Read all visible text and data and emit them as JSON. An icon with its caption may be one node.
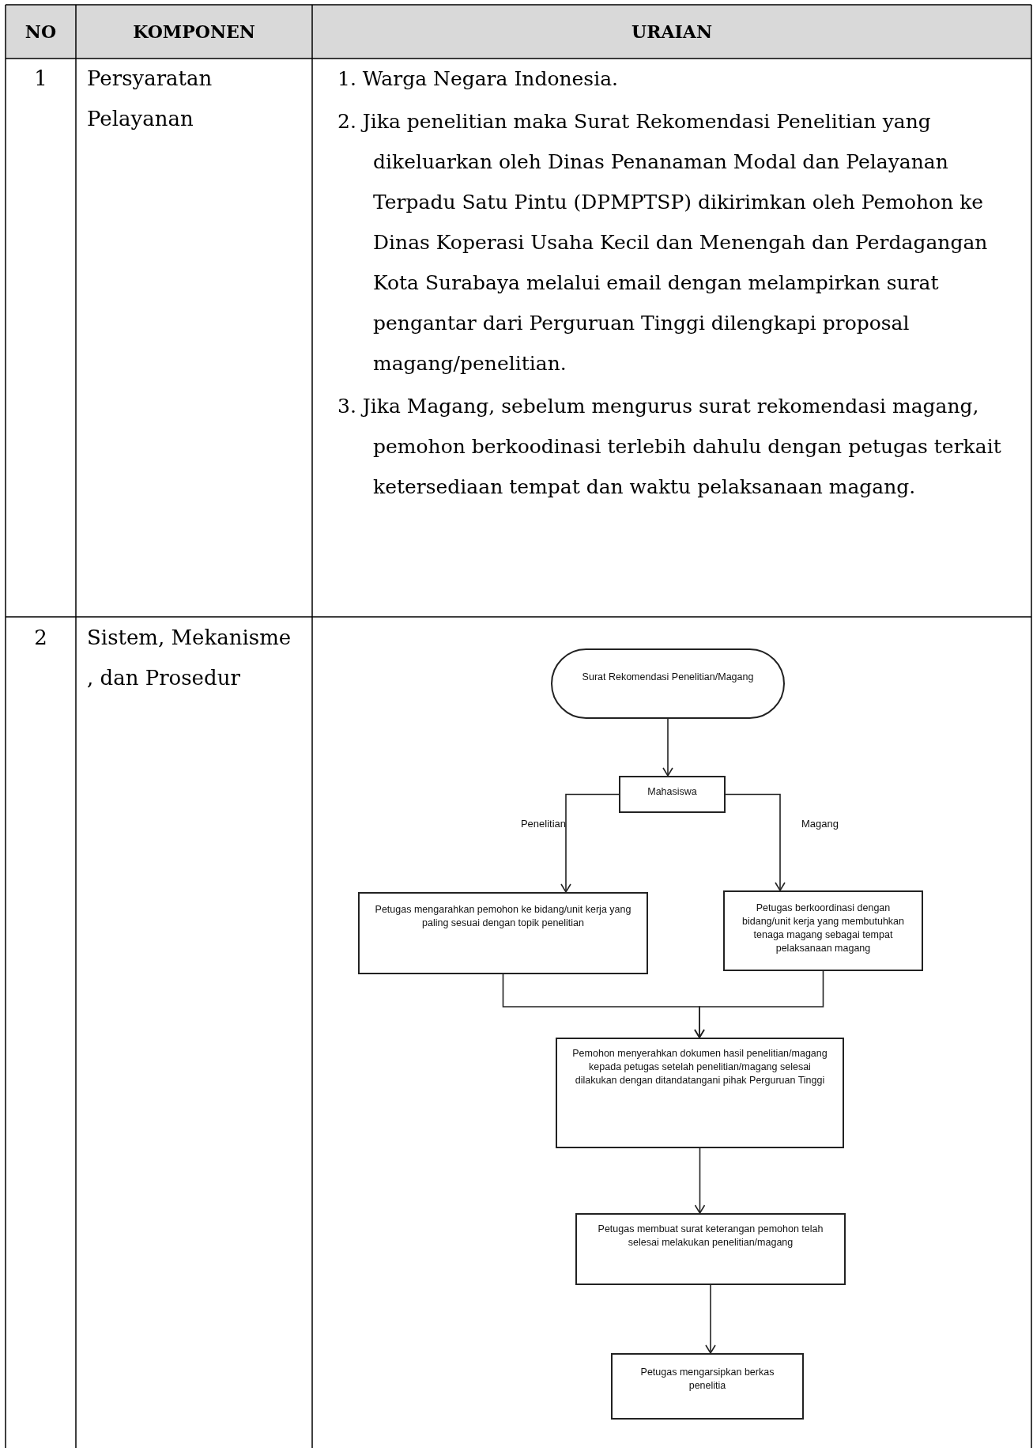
{
  "diagram": {
    "nodes": [
      {
        "text": [
          "Surat Rekomendasi Penelitian/Magang"
        ]
      },
      {
        "text": [
          "Mahasiswa"
        ]
      },
      {
        "text": [
          "Petugas mengarahkan pemohon ke bidang/unit kerja yang paling sesuai dengan topik penelitian"
        ]
      },
      {
        "text": [
          "Petugas berkoordinasi dengan bidang/unit kerja yang membutuhkan tenaga magang sebagai tempat pelaksanaan magang"
        ]
      },
      {
        "text": [
          "Pemohon menyerahkan dokumen hasil penelitian/magang kepada petugas setelah penelitian/magang selesai dilakukan dengan ditandatangani pihak Perguruan Tinggi"
        ]
      },
      {
        "text": [
          "Petugas membuat surat keterangan pemohon telah selesai melakukan penelitian/magang"
        ]
      },
      {
        "text": [
          "Petugas mengarsipkan berkas penelitia"
        ]
      }
    ],
    "edges": [
      {
        "from": 0,
        "to": 1,
        "arrow": "to"
      },
      {
        "from": 1,
        "to": 2,
        "arrow": "to",
        "label": "Penelitian"
      },
      {
        "from": 1,
        "to": 3,
        "arrow": "to",
        "label": "Magang"
      },
      {
        "from": 2,
        "to": 4,
        "arrow": "to"
      },
      {
        "from": 3,
        "to": 4,
        "arrow": "to"
      },
      {
        "from": 4,
        "to": 5,
        "arrow": "to"
      },
      {
        "from": 5,
        "to": 6,
        "arrow": "to"
      }
    ],
    "labels": [
      "NO",
      "KOMPONEN",
      "URAIAN",
      "1",
      "Persyaratan Pelayanan",
      "1. Warga Negara Indonesia.",
      "2. Jika penelitian maka Surat Rekomendasi Penelitian yang dikeluarkan oleh Dinas Penanaman Modal dan Pelayanan Terpadu Satu Pintu (DPMPTSP) dikirimkan oleh Pemohon ke Dinas Koperasi Usaha Kecil dan Menengah dan Perdagangan Kota Surabaya melalui email dengan melampirkan surat pengantar dari Perguruan Tinggi dilengkapi proposal magang/penelitian.",
      "3. Jika Magang, sebelum mengurus surat rekomendasi magang, pemohon berkoodinasi terlebih dahulu dengan petugas terkait ketersediaan tempat dan waktu pelaksanaan magang.",
      "2",
      "Sistem, Mekanisme , dan Prosedur"
    ]
  }
}
